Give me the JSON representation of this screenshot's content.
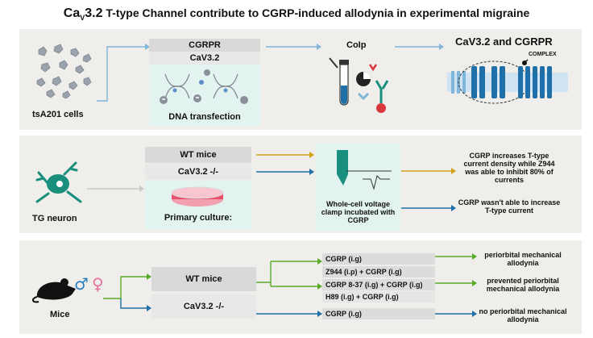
{
  "title": {
    "prefix": "Ca",
    "subscript": "V",
    "number": "3.2",
    "rest": "T-type Channel contribute to CGRP-induced allodynia in experimental migraine"
  },
  "panel1": {
    "cells_label": "tsA201 cells",
    "box_top": "CGRPR",
    "box_mid": "CaV3.2",
    "box_bottom": "DNA transfection",
    "coip_label": "CoIp",
    "complex_title": "CaV3.2 and CGRPR",
    "complex_sub": "COMPLEX"
  },
  "panel2": {
    "neuron_label": "TG neuron",
    "wt_label": "WT mice",
    "ko_label": "CaV3.2 -/-",
    "culture_label": "Primary culture:",
    "clamp_label": "Whole-cell voltage clamp incubated with CGRP",
    "result1": "CGRP increases T-type current density while Z944 was able to inhibit 80% of currents",
    "result2": "CGRP wasn't able to increase T-type current"
  },
  "panel3": {
    "mice_label": "Mice",
    "wt_label": "WT mice",
    "ko_label": "CaV3.2 -/-",
    "treat1": "CGRP (i.g)",
    "treat2": "Z944 (i.p) + CGRP (i.g)",
    "treat3": "CGRP 8-37 (i.g) + CGRP (i.g)",
    "treat4": "H89 (i.g) + CGRP (i.g)",
    "treat5": "CGRP (i.g)",
    "out1": "periorbital mechanical allodynia",
    "out2": "prevented periorbital mechanical allodynia",
    "out3": "no periorbital mechanical allodynia"
  },
  "colors": {
    "teal": "#1a8f7e",
    "blue": "#1f6fa8",
    "lightblue": "#7fb6d9",
    "yellow": "#d4a017",
    "green": "#5aaa2a",
    "red": "#d9363e",
    "pink": "#f29fb0",
    "male": "#2a7fc0",
    "female": "#e8719b"
  }
}
